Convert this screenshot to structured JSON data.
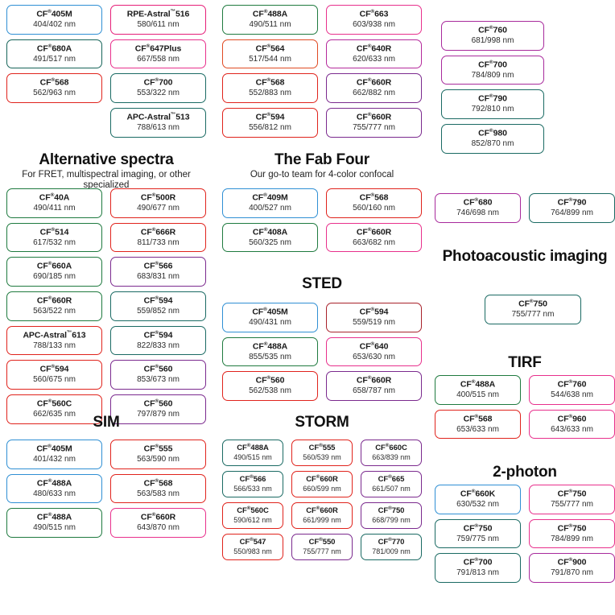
{
  "page": {
    "title": "CF Dye selection guide by imaging application",
    "background_color": "#ffffff"
  },
  "palette": {
    "blue": "#2f8fd4",
    "green": "#1f7a3f",
    "darkgreen": "#17655a",
    "teal": "#1a6a63",
    "red": "#e0231c",
    "orange_red": "#e04a23",
    "magenta": "#e61e78",
    "pink": "#e8308c",
    "purple": "#8e2a9c",
    "violet": "#7b2a8e",
    "text": "#1a1a1a"
  },
  "sections": [
    {
      "id": "top-left",
      "title": "",
      "subtitle": "",
      "columns": 2,
      "items": [
        {
          "name": "CF",
          "sup": "®",
          "suffix": "405M",
          "value": "404/402 nm",
          "color": "#2f8fd4"
        },
        {
          "name": "RPE-Astral",
          "sup": "™",
          "suffix": "516",
          "value": "580/611 nm",
          "color": "#e61e78"
        },
        {
          "name": "CF",
          "sup": "®",
          "suffix": "680A",
          "value": "491/517 nm",
          "color": "#17655a"
        },
        {
          "name": "CF",
          "sup": "®",
          "suffix": "647Plus",
          "value": "667/558 nm",
          "color": "#e8308c"
        },
        {
          "name": "CF",
          "sup": "®",
          "suffix": "568",
          "value": "562/963 nm",
          "color": "#e0231c"
        },
        {
          "name": "CF",
          "sup": "®",
          "suffix": "700",
          "value": "553/322 nm",
          "color": "#1a6a63"
        },
        {
          "name": "",
          "sup": "",
          "suffix": "",
          "value": "",
          "color": ""
        },
        {
          "name": "APC-Astral",
          "sup": "™",
          "suffix": "513",
          "value": "788/613 nm",
          "color": "#1a6a63"
        }
      ]
    },
    {
      "id": "top-mid",
      "title": "",
      "subtitle": "",
      "columns": 2,
      "items": [
        {
          "name": "CF",
          "sup": "®",
          "suffix": "488A",
          "value": "490/511 nm",
          "color": "#1f7a3f"
        },
        {
          "name": "CF",
          "sup": "®",
          "suffix": "663",
          "value": "603/938 nm",
          "color": "#e8308c"
        },
        {
          "name": "CF",
          "sup": "®",
          "suffix": "564",
          "value": "517/544 nm",
          "color": "#e04a23"
        },
        {
          "name": "CF",
          "sup": "®",
          "suffix": "640R",
          "value": "620/633 nm",
          "color": "#b52a9c"
        },
        {
          "name": "CF",
          "sup": "®",
          "suffix": "568",
          "value": "552/883 nm",
          "color": "#e0231c"
        },
        {
          "name": "CF",
          "sup": "®",
          "suffix": "660R",
          "value": "662/882 nm",
          "color": "#7b2a8e"
        },
        {
          "name": "CF",
          "sup": "®",
          "suffix": "594",
          "value": "556/812 nm",
          "color": "#e0231c"
        },
        {
          "name": "CF",
          "sup": "®",
          "suffix": "660R",
          "value": "755/777 nm",
          "color": "#7b2a8e"
        }
      ]
    },
    {
      "id": "top-right",
      "title": "",
      "subtitle": "",
      "columns": 1,
      "items": [
        {
          "name": "CF",
          "sup": "®",
          "suffix": "760",
          "value": "681/998 nm",
          "color": "#a82a9c"
        },
        {
          "name": "CF",
          "sup": "®",
          "suffix": "700",
          "value": "784/809 nm",
          "color": "#a82a9c"
        },
        {
          "name": "CF",
          "sup": "®",
          "suffix": "790",
          "value": "792/810 nm",
          "color": "#1a6a63"
        },
        {
          "name": "CF",
          "sup": "®",
          "suffix": "980",
          "value": "852/870 nm",
          "color": "#1a6a63"
        }
      ]
    },
    {
      "id": "alternative-spectra",
      "title": "Alternative spectra",
      "subtitle": "For FRET, multispectral imaging, or other specialized",
      "columns": 2,
      "items": [
        {
          "name": "CF",
          "sup": "®",
          "suffix": "40A",
          "value": "490/411 nm",
          "color": "#1f7a3f"
        },
        {
          "name": "CF",
          "sup": "®",
          "suffix": "500R",
          "value": "490/677 nm",
          "color": "#e0231c"
        },
        {
          "name": "CF",
          "sup": "®",
          "suffix": "514",
          "value": "617/532 nm",
          "color": "#1f7a3f"
        },
        {
          "name": "CF",
          "sup": "®",
          "suffix": "666R",
          "value": "811/733 nm",
          "color": "#e0231c"
        },
        {
          "name": "CF",
          "sup": "®",
          "suffix": "660A",
          "value": "690/185 nm",
          "color": "#1f7a3f"
        },
        {
          "name": "CF",
          "sup": "®",
          "suffix": "566",
          "value": "683/831 nm",
          "color": "#7b2a8e"
        },
        {
          "name": "CF",
          "sup": "®",
          "suffix": "660R",
          "value": "563/522 nm",
          "color": "#1f7a3f"
        },
        {
          "name": "CF",
          "sup": "®",
          "suffix": "594",
          "value": "559/852 nm",
          "color": "#1a6a63"
        },
        {
          "name": "APC-Astral",
          "sup": "™",
          "suffix": "613",
          "value": "788/133 nm",
          "color": "#e0231c"
        },
        {
          "name": "CF",
          "sup": "®",
          "suffix": "594",
          "value": "822/833 nm",
          "color": "#1a6a63"
        },
        {
          "name": "CF",
          "sup": "®",
          "suffix": "594",
          "value": "560/675 nm",
          "color": "#e0231c"
        },
        {
          "name": "CF",
          "sup": "®",
          "suffix": "560",
          "value": "853/673 nm",
          "color": "#7b2a8e"
        },
        {
          "name": "CF",
          "sup": "®",
          "suffix": "560C",
          "value": "662/635 nm",
          "color": "#e0231c"
        },
        {
          "name": "CF",
          "sup": "®",
          "suffix": "560",
          "value": "797/879 nm",
          "color": "#7b2a8e"
        }
      ]
    },
    {
      "id": "fab-four",
      "title": "The Fab Four",
      "subtitle": "Our go-to team for 4-color confocal",
      "columns": 2,
      "items": [
        {
          "name": "CF",
          "sup": "®",
          "suffix": "409M",
          "value": "400/527 nm",
          "color": "#2f8fd4"
        },
        {
          "name": "CF",
          "sup": "®",
          "suffix": "568",
          "value": "560/160 nm",
          "color": "#e0231c"
        },
        {
          "name": "CF",
          "sup": "®",
          "suffix": "408A",
          "value": "560/325 nm",
          "color": "#1f7a3f"
        },
        {
          "name": "CF",
          "sup": "®",
          "suffix": "660R",
          "value": "663/682 nm",
          "color": "#e8308c"
        }
      ]
    },
    {
      "id": "sted",
      "title": "STED",
      "subtitle": "",
      "columns": 2,
      "items": [
        {
          "name": "CF",
          "sup": "®",
          "suffix": "405M",
          "value": "490/431 nm",
          "color": "#2f8fd4"
        },
        {
          "name": "CF",
          "sup": "®",
          "suffix": "594",
          "value": "559/519 nm",
          "color": "#a8222b"
        },
        {
          "name": "CF",
          "sup": "®",
          "suffix": "488A",
          "value": "855/535 nm",
          "color": "#1f7a3f"
        },
        {
          "name": "CF",
          "sup": "®",
          "suffix": "640",
          "value": "653/630 nm",
          "color": "#e8308c"
        },
        {
          "name": "CF",
          "sup": "®",
          "suffix": "560",
          "value": "562/538 nm",
          "color": "#e0231c"
        },
        {
          "name": "CF",
          "sup": "®",
          "suffix": "660R",
          "value": "658/787 nm",
          "color": "#7b2a8e"
        }
      ]
    },
    {
      "id": "right-top",
      "title": "",
      "subtitle": "",
      "columns": 2,
      "items": [
        {
          "name": "CF",
          "sup": "®",
          "suffix": "680",
          "value": "746/698 nm",
          "color": "#a82a9c"
        },
        {
          "name": "CF",
          "sup": "®",
          "suffix": "790",
          "value": "764/899 nm",
          "color": "#1a6a63"
        }
      ]
    },
    {
      "id": "photoacoustic",
      "title": "Photoacoustic imaging",
      "subtitle": "",
      "columns": 1,
      "items": [
        {
          "name": "CF",
          "sup": "®",
          "suffix": "750",
          "value": "755/777 nm",
          "color": "#1a6a63"
        }
      ]
    },
    {
      "id": "tirf",
      "title": "TIRF",
      "subtitle": "",
      "columns": 2,
      "items": [
        {
          "name": "CF",
          "sup": "®",
          "suffix": "488A",
          "value": "400/515 nm",
          "color": "#1f7a3f"
        },
        {
          "name": "CF",
          "sup": "®",
          "suffix": "760",
          "value": "544/638 nm",
          "color": "#e8308c"
        },
        {
          "name": "CF",
          "sup": "®",
          "suffix": "568",
          "value": "653/633 nm",
          "color": "#e0231c"
        },
        {
          "name": "CF",
          "sup": "®",
          "suffix": "960",
          "value": "643/633 nm",
          "color": "#e8308c"
        }
      ]
    },
    {
      "id": "sim",
      "title": "SIM",
      "subtitle": "",
      "columns": 2,
      "items": [
        {
          "name": "CF",
          "sup": "®",
          "suffix": "405M",
          "value": "401/432 nm",
          "color": "#2f8fd4"
        },
        {
          "name": "CF",
          "sup": "®",
          "suffix": "555",
          "value": "563/590 nm",
          "color": "#e0231c"
        },
        {
          "name": "CF",
          "sup": "®",
          "suffix": "488A",
          "value": "480/633 nm",
          "color": "#2f8fd4"
        },
        {
          "name": "CF",
          "sup": "®",
          "suffix": "568",
          "value": "563/583 nm",
          "color": "#e0231c"
        },
        {
          "name": "CF",
          "sup": "®",
          "suffix": "488A",
          "value": "490/515 nm",
          "color": "#1f7a3f"
        },
        {
          "name": "CF",
          "sup": "®",
          "suffix": "660R",
          "value": "643/870 nm",
          "color": "#e8308c"
        }
      ]
    },
    {
      "id": "storm",
      "title": "STORM",
      "subtitle": "",
      "columns": 3,
      "items": [
        {
          "name": "CF",
          "sup": "®",
          "suffix": "488A",
          "value": "490/515 nm",
          "color": "#1a6a63"
        },
        {
          "name": "CF",
          "sup": "®",
          "suffix": "555",
          "value": "560/539 nm",
          "color": "#e0231c"
        },
        {
          "name": "CF",
          "sup": "®",
          "suffix": "660C",
          "value": "663/839 nm",
          "color": "#7b2a8e"
        },
        {
          "name": "CF",
          "sup": "®",
          "suffix": "566",
          "value": "566/533 nm",
          "color": "#1a6a63"
        },
        {
          "name": "CF",
          "sup": "®",
          "suffix": "660R",
          "value": "660/599 nm",
          "color": "#e0231c"
        },
        {
          "name": "CF",
          "sup": "®",
          "suffix": "665",
          "value": "661/507 nm",
          "color": "#7b2a8e"
        },
        {
          "name": "CF",
          "sup": "®",
          "suffix": "560C",
          "value": "590/612 nm",
          "color": "#e0231c"
        },
        {
          "name": "CF",
          "sup": "®",
          "suffix": "660R",
          "value": "661/999 nm",
          "color": "#e0231c"
        },
        {
          "name": "CF",
          "sup": "®",
          "suffix": "750",
          "value": "668/799 nm",
          "color": "#7b2a8e"
        },
        {
          "name": "CF",
          "sup": "®",
          "suffix": "547",
          "value": "550/983 nm",
          "color": "#e0231c"
        },
        {
          "name": "CF",
          "sup": "®",
          "suffix": "550",
          "value": "755/777 nm",
          "color": "#7b2a8e"
        },
        {
          "name": "CF",
          "sup": "®",
          "suffix": "770",
          "value": "781/009 nm",
          "color": "#1a6a63"
        }
      ]
    },
    {
      "id": "two-photon",
      "title": "2-photon",
      "subtitle": "",
      "columns": 2,
      "items": [
        {
          "name": "CF",
          "sup": "®",
          "suffix": "660K",
          "value": "630/532 nm",
          "color": "#2f8fd4"
        },
        {
          "name": "CF",
          "sup": "®",
          "suffix": "750",
          "value": "755/777 nm",
          "color": "#e8308c"
        },
        {
          "name": "CF",
          "sup": "®",
          "suffix": "750",
          "value": "759/775 nm",
          "color": "#1a6a63"
        },
        {
          "name": "CF",
          "sup": "®",
          "suffix": "750",
          "value": "784/899 nm",
          "color": "#e8308c"
        },
        {
          "name": "CF",
          "sup": "®",
          "suffix": "700",
          "value": "791/813 nm",
          "color": "#1a6a63"
        },
        {
          "name": "CF",
          "sup": "®",
          "suffix": "900",
          "value": "791/870 nm",
          "color": "#a82a9c"
        }
      ]
    }
  ]
}
